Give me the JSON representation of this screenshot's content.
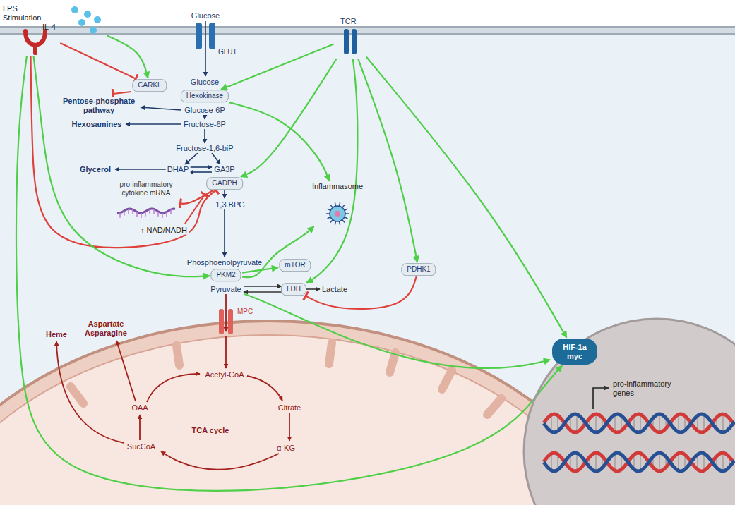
{
  "diagram": {
    "nodes": [
      {
        "text": [
          "LPS Stimulation"
        ]
      },
      {
        "text": [
          "IL-4"
        ]
      },
      {
        "text": [
          "GLUT"
        ]
      },
      {
        "text": [
          "TCR"
        ]
      },
      {
        "text": [
          "CARKL"
        ]
      },
      {
        "text": [
          "Hexokinase"
        ]
      },
      {
        "text": [
          "GADPH"
        ]
      },
      {
        "text": [
          "Inflammasome"
        ]
      },
      {
        "text": [
          "pro-inflammatory cytokine mRNA"
        ]
      },
      {
        "text": [
          "mTOR"
        ]
      },
      {
        "text": [
          "PKM2"
        ]
      },
      {
        "text": [
          "LDH"
        ]
      },
      {
        "text": [
          "PDHK1"
        ]
      },
      {
        "text": [
          "MPC"
        ]
      },
      {
        "text": [
          "pro-inflammatory genes"
        ]
      },
      {
        "text": [
          "HIF-1a myc"
        ],
        "in": 14
      }
    ],
    "edges": [
      {
        "from": 0,
        "to": 4,
        "arrow": "to"
      },
      {
        "from": 1,
        "to": 4,
        "arrow": "to"
      },
      {
        "from": 0,
        "to": 6,
        "arrow": "to"
      },
      {
        "from": 0,
        "to": 10,
        "arrow": "to"
      },
      {
        "from": 0,
        "to": 15,
        "arrow": "to"
      },
      {
        "from": 3,
        "to": 5,
        "arrow": "to"
      },
      {
        "from": 3,
        "to": 6,
        "arrow": "to"
      },
      {
        "from": 3,
        "to": 11,
        "arrow": "to"
      },
      {
        "from": 3,
        "to": 12,
        "arrow": "to"
      },
      {
        "from": 3,
        "to": 15,
        "arrow": "to"
      },
      {
        "from": 5,
        "to": 7,
        "arrow": "to"
      },
      {
        "from": 10,
        "to": 7,
        "arrow": "to"
      },
      {
        "from": 10,
        "to": 9,
        "arrow": "to"
      },
      {
        "from": 12,
        "to": 11,
        "arrow": "to"
      },
      {
        "from": 6,
        "to": 8,
        "arrow": "to"
      }
    ],
    "labels": [
      "Glucose",
      "Glucose",
      "Glucose-6P",
      "Pentose-phosphate pathway",
      "Fructose-6P",
      "Hexosamines",
      "Fructose-1,6-biP",
      "DHAP",
      "GA3P",
      "Glycerol",
      "1,3 BPG",
      "↑ NAD/NADH",
      "Phosphoenolpyruvate",
      "Pyruvate",
      "Lactate",
      "Heme",
      "Aspartate Asparagine",
      "Acetyl-CoA",
      "Citrate",
      "α-KG",
      "SucCoA",
      "OAA",
      "TCA cycle"
    ]
  }
}
